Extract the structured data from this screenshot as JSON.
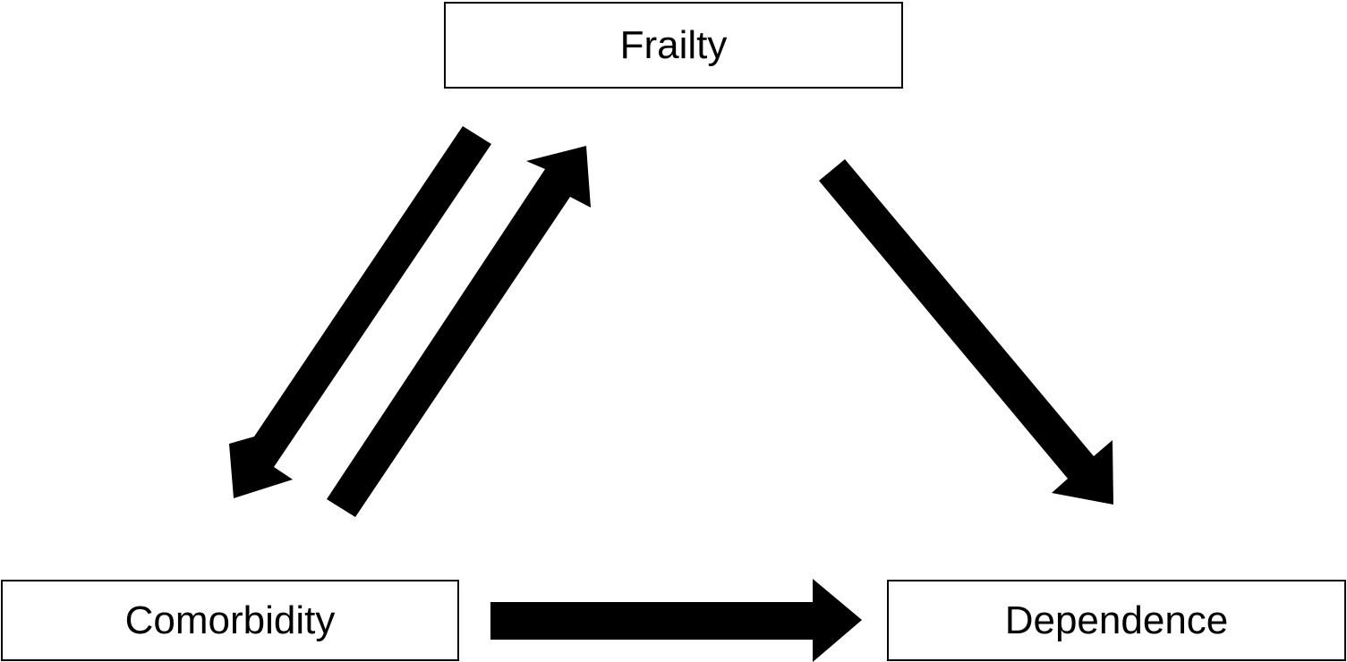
{
  "diagram": {
    "nodes": {
      "frailty": "Frailty",
      "comorbidity": "Comorbidity",
      "dependence": "Dependence"
    },
    "edges": [
      {
        "from": "Frailty",
        "to": "Comorbidity"
      },
      {
        "from": "Comorbidity",
        "to": "Frailty"
      },
      {
        "from": "Frailty",
        "to": "Dependence"
      },
      {
        "from": "Comorbidity",
        "to": "Dependence"
      }
    ],
    "colors": {
      "arrow": "#000000",
      "box_border": "#000000",
      "background": "#ffffff",
      "text": "#000000"
    }
  }
}
